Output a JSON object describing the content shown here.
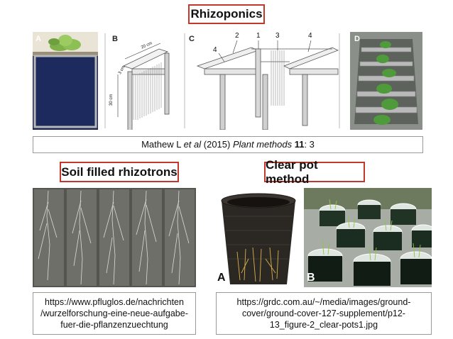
{
  "title": "Rhizoponics",
  "citation": {
    "authors": "Mathew L ",
    "etal": "et al",
    "year": " (2015) ",
    "journal": "Plant methods",
    "volume": " 11",
    "page": ": 3"
  },
  "panel_labels": {
    "a": "A",
    "b": "B",
    "c": "C",
    "d": "D"
  },
  "dimensions": {
    "width": "20 cm",
    "depth": "3 cm",
    "height": "30 cm"
  },
  "numbers": {
    "n1": "1",
    "n2": "2",
    "n3": "3",
    "n4a": "4",
    "n4b": "4"
  },
  "soil": {
    "title": "Soil filled rhizotrons",
    "source": "https://www.pfluglos.de/nachrichten/wurzelforschung-eine-neue-aufgabe-fuer-die-pflanzenzuechtung",
    "source_lines": [
      "https://www.pfluglos.de/nachrichten",
      "/wurzelforschung-eine-neue-aufgabe-",
      "fuer-die-pflanzenzuechtung"
    ]
  },
  "clearpot": {
    "title": "Clear pot method",
    "label_a": "A",
    "label_b": "B",
    "source_lines": [
      "https://grdc.com.au/~/media/images/ground-",
      "cover/ground-cover-127-supplement/p12-",
      "13_figure-2_clear-pots1.jpg"
    ]
  },
  "colors": {
    "accent": "#c0392b",
    "box_border": "#999999"
  }
}
